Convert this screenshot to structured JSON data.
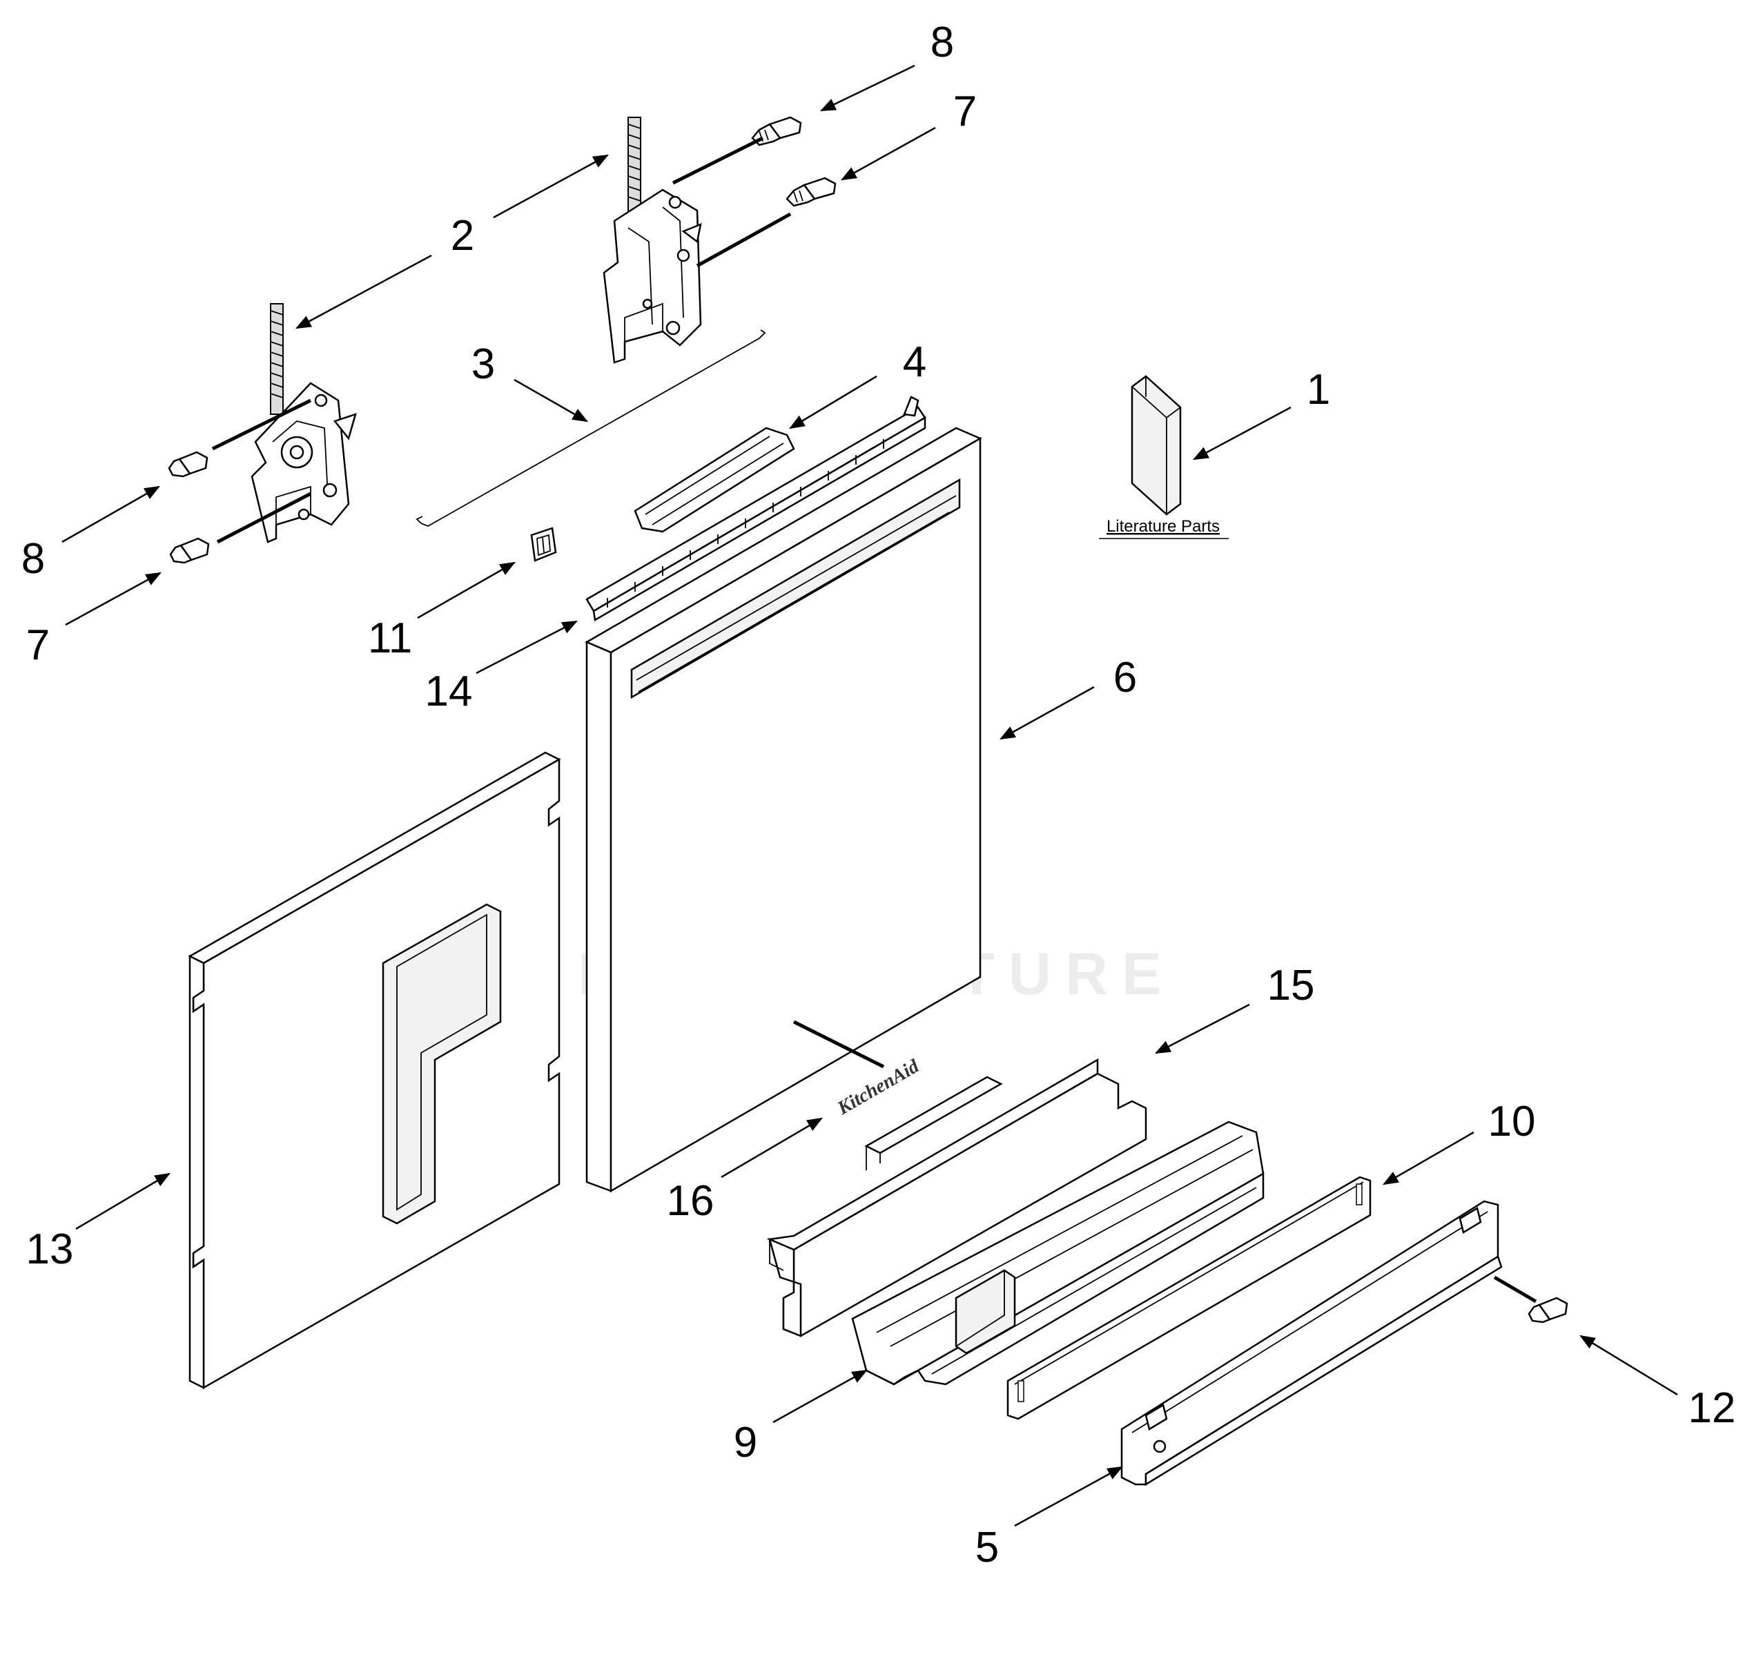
{
  "callouts": [
    {
      "id": "c1",
      "label": "1"
    },
    {
      "id": "c2",
      "label": "2"
    },
    {
      "id": "c3",
      "label": "3"
    },
    {
      "id": "c4",
      "label": "4"
    },
    {
      "id": "c5",
      "label": "5"
    },
    {
      "id": "c6",
      "label": "6"
    },
    {
      "id": "c7a",
      "label": "7"
    },
    {
      "id": "c7b",
      "label": "7"
    },
    {
      "id": "c8a",
      "label": "8"
    },
    {
      "id": "c8b",
      "label": "8"
    },
    {
      "id": "c9",
      "label": "9"
    },
    {
      "id": "c10",
      "label": "10"
    },
    {
      "id": "c11",
      "label": "11"
    },
    {
      "id": "c12",
      "label": "12"
    },
    {
      "id": "c13",
      "label": "13"
    },
    {
      "id": "c14",
      "label": "14"
    },
    {
      "id": "c15",
      "label": "15"
    },
    {
      "id": "c16",
      "label": "16"
    }
  ],
  "literature_label": "Literature Parts",
  "brand_text": "KitchenAid",
  "watermark_text": "LEADVENTURE"
}
